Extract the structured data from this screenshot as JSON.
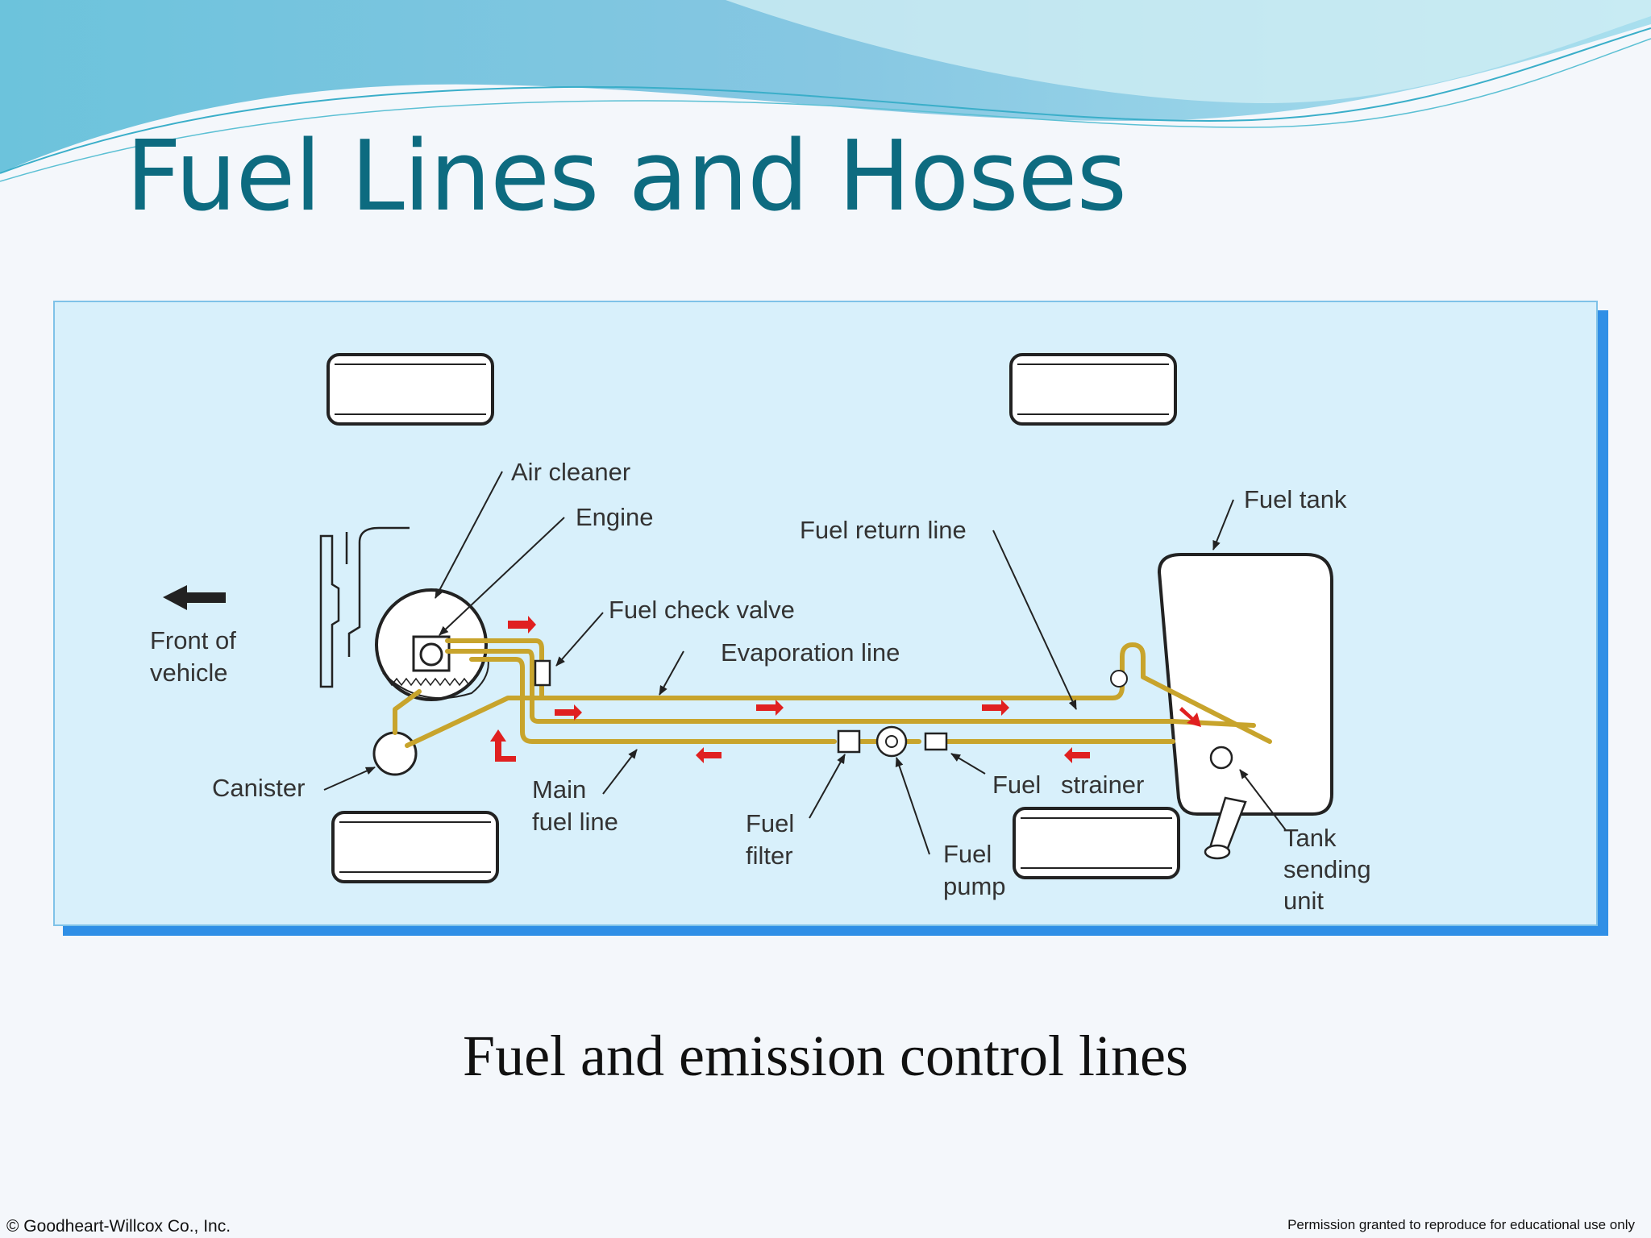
{
  "slide": {
    "title": "Fuel Lines and Hoses",
    "caption": "Fuel and emission control lines",
    "copyright": "© Goodheart-Willcox Co., Inc.",
    "permission": "Permission granted to reproduce for educational use only"
  },
  "diagram": {
    "labels": {
      "front_of_vehicle_line1": "Front of",
      "front_of_vehicle_line2": "vehicle",
      "air_cleaner": "Air cleaner",
      "engine": "Engine",
      "fuel_check_valve": "Fuel check valve",
      "evaporation_line": "Evaporation line",
      "fuel_return_line": "Fuel return line",
      "fuel_tank": "Fuel tank",
      "canister": "Canister",
      "main_fuel_line_line1": "Main",
      "main_fuel_line_line2": "fuel line",
      "fuel_filter_line1": "Fuel",
      "fuel_filter_line2": "filter",
      "fuel_pump_line1": "Fuel",
      "fuel_pump_line2": "pump",
      "fuel_strainer_line1": "Fuel",
      "fuel_strainer_line2": "strainer",
      "tank_sending_unit_line1": "Tank",
      "tank_sending_unit_line2": "sending",
      "tank_sending_unit_line3": "unit"
    },
    "colors": {
      "panel_background": "#d8f0fb",
      "panel_shadow": "#2f8fe6",
      "fuel_line": "#c8a42c",
      "flow_arrow": "#e02020",
      "title": "#0d6b80"
    }
  }
}
